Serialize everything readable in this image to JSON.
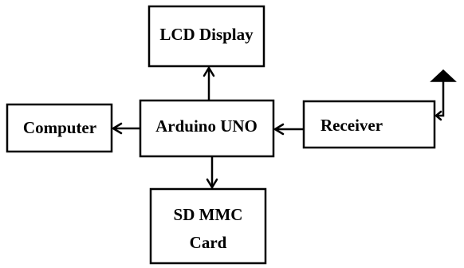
{
  "diagram": {
    "blocks": {
      "lcd": {
        "label": "LCD Display"
      },
      "arduino": {
        "label": "Arduino UNO"
      },
      "computer": {
        "label": "Computer"
      },
      "receiver": {
        "label": "Receiver"
      },
      "sdcard": {
        "line1": "SD MMC",
        "line2": "Card"
      }
    },
    "connections": [
      {
        "from": "arduino",
        "to": "lcd"
      },
      {
        "from": "arduino",
        "to": "computer"
      },
      {
        "from": "arduino",
        "to": "sdcard"
      },
      {
        "from": "receiver",
        "to": "arduino"
      },
      {
        "from": "antenna",
        "to": "receiver"
      }
    ],
    "colors": {
      "stroke": "#000000",
      "fill": "#ffffff",
      "antenna": "#000000"
    },
    "icons": {
      "antenna": "antenna-icon"
    }
  }
}
